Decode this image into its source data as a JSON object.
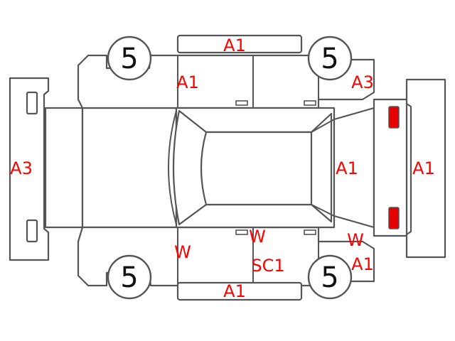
{
  "colors": {
    "outline": "#555555",
    "code_text": "#ff0000",
    "wheel_text": "#111111",
    "front_lamp": "#f2e600",
    "rear_lamp": "#e60000",
    "background": "#ffffff"
  },
  "wheels": {
    "front_left": "5",
    "rear_left": "5",
    "front_right": "5",
    "rear_right": "5"
  },
  "damage_codes": {
    "roof_top_strip": "A1",
    "bottom_strip": "A1",
    "front_left_door": "A1",
    "rear_left_quarter": "A3",
    "front_bumper": "A3",
    "tailgate": "A1",
    "rear_bumper": "A1",
    "right_front_door": "W",
    "right_rear_door": "W",
    "right_rear_door_second": "SC1",
    "right_quarter": "W",
    "right_rear_wheel_area": "A1"
  }
}
